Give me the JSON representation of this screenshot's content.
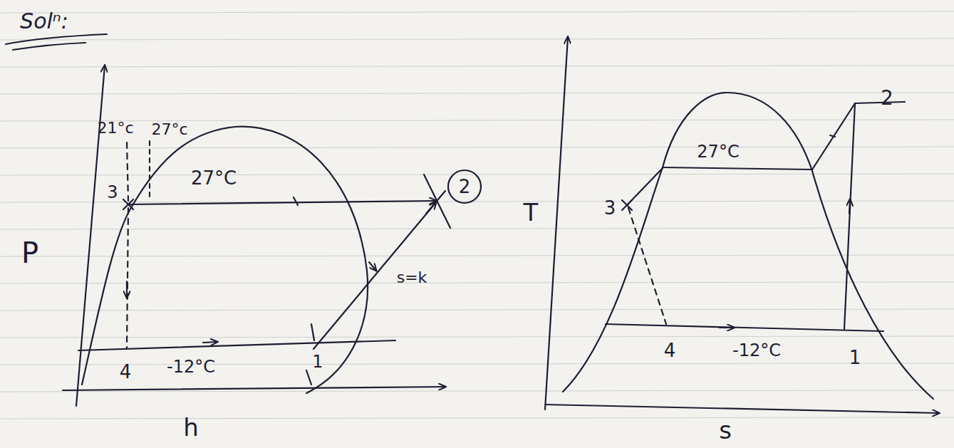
{
  "diagram": {
    "title": "Solⁿ:",
    "nodes": [
      {
        "text": [
          "2"
        ]
      }
    ],
    "labels": [
      "21°c",
      "27°c",
      "P",
      "3",
      "27°C",
      "s=k",
      "4",
      "-12°C",
      "1",
      "h",
      "T",
      "27°C",
      "2",
      "3",
      "4",
      "-12°C",
      "1",
      "s"
    ]
  }
}
